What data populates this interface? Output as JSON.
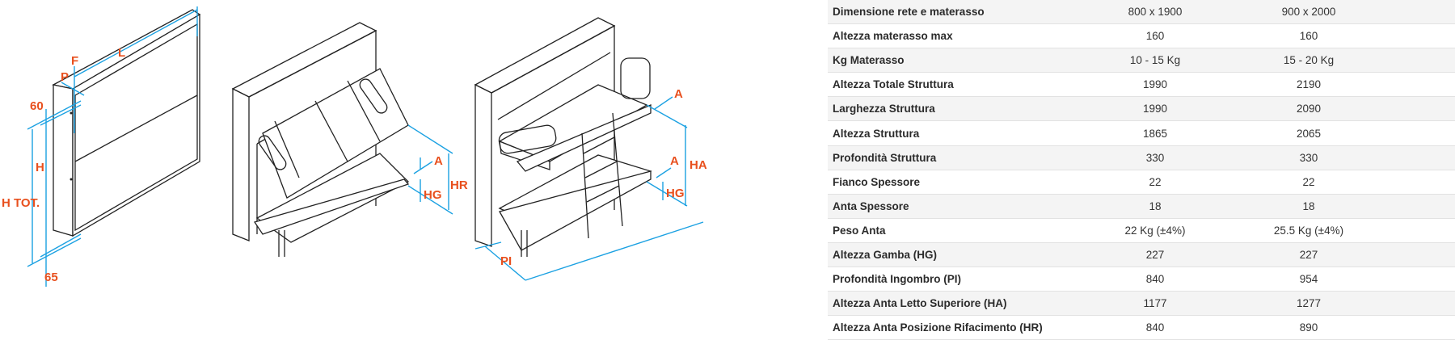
{
  "drawings": {
    "closed": {
      "F": "F",
      "L": "L",
      "P": "P",
      "top_gap": "60",
      "h_tot": "H TOT.",
      "h": "H",
      "bottom_gap": "65"
    },
    "open_single": {
      "A": "A",
      "HR": "HR",
      "HG": "HG"
    },
    "open_bunk": {
      "A_top": "A",
      "HA": "HA",
      "A_bottom": "A",
      "HG": "HG",
      "PI": "PI"
    },
    "colors": {
      "label": "#e8501e",
      "dimension": "#1ba1e2",
      "line": "#222222"
    }
  },
  "spec_table": {
    "rows": [
      {
        "label": "Dimensione rete e materasso",
        "v1": "800 x 1900",
        "v2": "900 x 2000"
      },
      {
        "label": "Altezza materasso max",
        "v1": "160",
        "v2": "160"
      },
      {
        "label": "Kg Materasso",
        "v1": "10 - 15 Kg",
        "v2": "15 - 20 Kg"
      },
      {
        "label": "Altezza Totale Struttura",
        "v1": "1990",
        "v2": "2190"
      },
      {
        "label": "Larghezza Struttura",
        "v1": "1990",
        "v2": "2090"
      },
      {
        "label": "Altezza Struttura",
        "v1": "1865",
        "v2": "2065"
      },
      {
        "label": "Profondità Struttura",
        "v1": "330",
        "v2": "330"
      },
      {
        "label": "Fianco Spessore",
        "v1": "22",
        "v2": "22"
      },
      {
        "label": "Anta Spessore",
        "v1": "18",
        "v2": "18"
      },
      {
        "label": "Peso Anta",
        "v1": "22 Kg (±4%)",
        "v2": "25.5 Kg (±4%)"
      },
      {
        "label": "Altezza Gamba (HG)",
        "v1": "227",
        "v2": "227"
      },
      {
        "label": "Profondità Ingombro (PI)",
        "v1": "840",
        "v2": "954"
      },
      {
        "label": "Altezza Anta Letto Superiore (HA)",
        "v1": "1177",
        "v2": "1277"
      },
      {
        "label": "Altezza Anta Posizione Rifacimento (HR)",
        "v1": "840",
        "v2": "890"
      }
    ]
  }
}
